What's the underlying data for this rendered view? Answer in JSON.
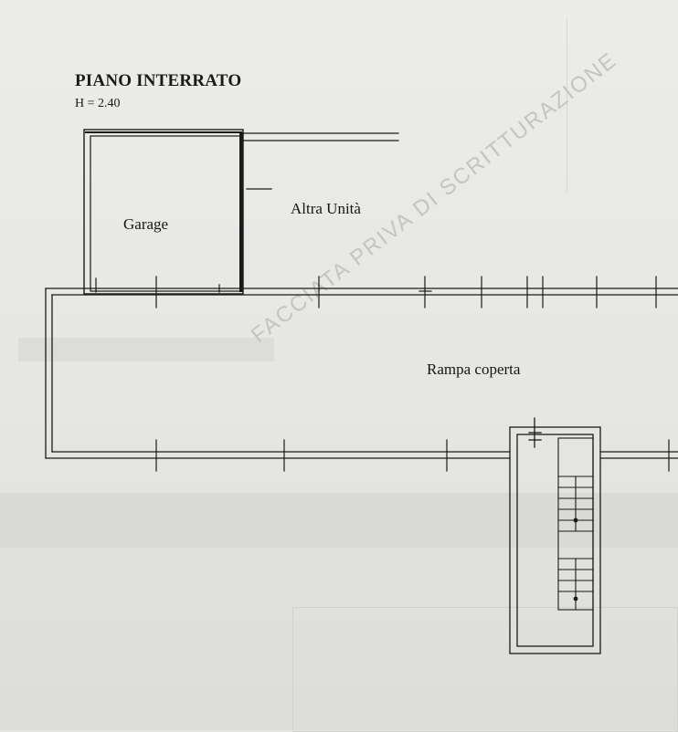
{
  "header": {
    "title": "PIANO INTERRATO",
    "height": "H = 2.40"
  },
  "rooms": {
    "garage": "Garage",
    "other_unit": "Altra Unità",
    "ramp": "Rampa coperta"
  },
  "watermark": "FACCIATA PRIVA DI SCRITTURAZIONE",
  "colors": {
    "ink": "#1a1a1a",
    "paper": "#e8e8e5"
  }
}
